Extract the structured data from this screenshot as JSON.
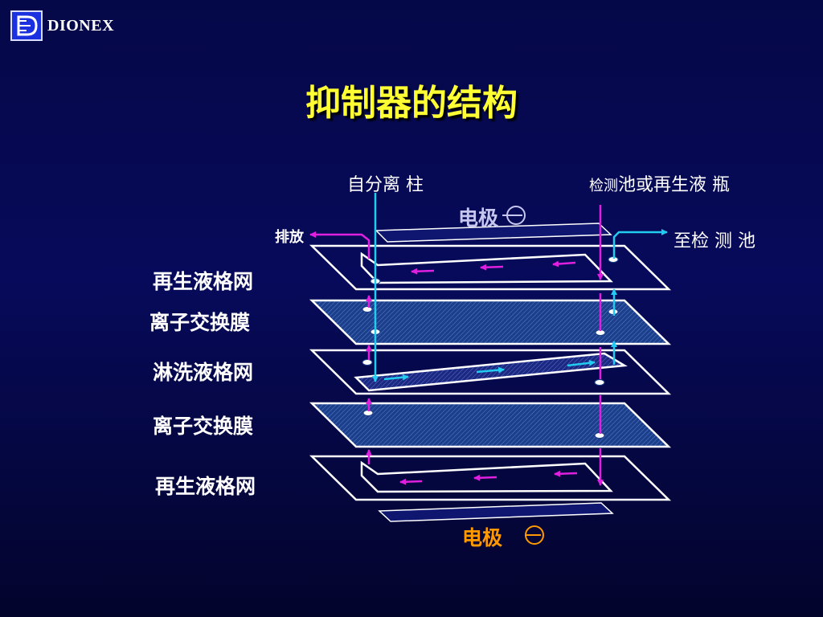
{
  "logo": {
    "text": "DIONEX"
  },
  "title": "抑制器的结构",
  "labels": {
    "from_column": "自分离 柱",
    "detector_prefix": "检测",
    "detector_rest": "池或再生液 瓶",
    "to_detector": "至检 测 池",
    "drain": "排放",
    "electrode_top": "电极",
    "electrode_bottom": "电极",
    "regen_screen_top": "再生液格网",
    "membrane_1": "离子交换膜",
    "eluent_screen": "淋洗液格网",
    "membrane_2": "离子交换膜",
    "regen_screen_bottom": "再生液格网"
  },
  "colors": {
    "title": "#ffff33",
    "eluent_flow": "#22ccf0",
    "regenerant_flow": "#e020e0",
    "electrode_bottom": "#ff9900",
    "outline": "#ffffff",
    "membrane_fill": "#1b3f8a"
  }
}
